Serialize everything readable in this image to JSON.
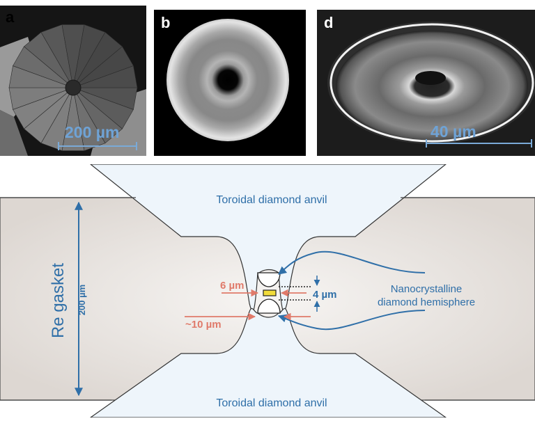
{
  "panels": {
    "a": {
      "letter": "a",
      "scale_label": "200 µm"
    },
    "b": {
      "letter": "b"
    },
    "d": {
      "letter": "d",
      "scale_label": "40 µm"
    }
  },
  "diagram": {
    "anvil_top_label": "Toroidal diamond anvil",
    "anvil_bottom_label": "Toroidal diamond anvil",
    "gasket_label": "Re gasket",
    "gasket_dimension": "200 µm",
    "hemisphere_label_line1": "Nanocrystalline",
    "hemisphere_label_line2": "diamond hemisphere",
    "dim_6um": "6 µm",
    "dim_4um": "4 µm",
    "dim_10um": "~10 µm"
  },
  "colors": {
    "blue": "#2f6fa8",
    "salmon": "#e07a6a",
    "gasket": "#e3deda",
    "anvil_glow": "#dcebf7",
    "sample": "#f2dc3a",
    "scale_bar": "#7aaad8"
  }
}
